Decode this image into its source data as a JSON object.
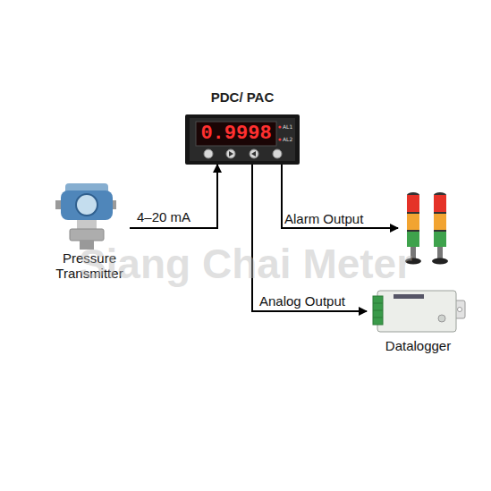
{
  "diagram": {
    "nodes": [
      {
        "text": [
          "PDC/ PAC",
          "0.9998",
          "AL1",
          "AL2"
        ]
      },
      {
        "text": [
          "Pressure Transmitter"
        ]
      },
      {
        "text": []
      },
      {
        "text": [
          "Datalogger"
        ]
      }
    ],
    "edges": [
      {
        "from": 1,
        "to": 0,
        "arrow": "to",
        "label": "4–20 mA"
      },
      {
        "from": 0,
        "to": 2,
        "arrow": "to",
        "label": "Alarm Output"
      },
      {
        "from": 0,
        "to": 3,
        "arrow": "to",
        "label": "Analog Output"
      }
    ],
    "labels": [
      "Siang Chai Meter"
    ]
  }
}
